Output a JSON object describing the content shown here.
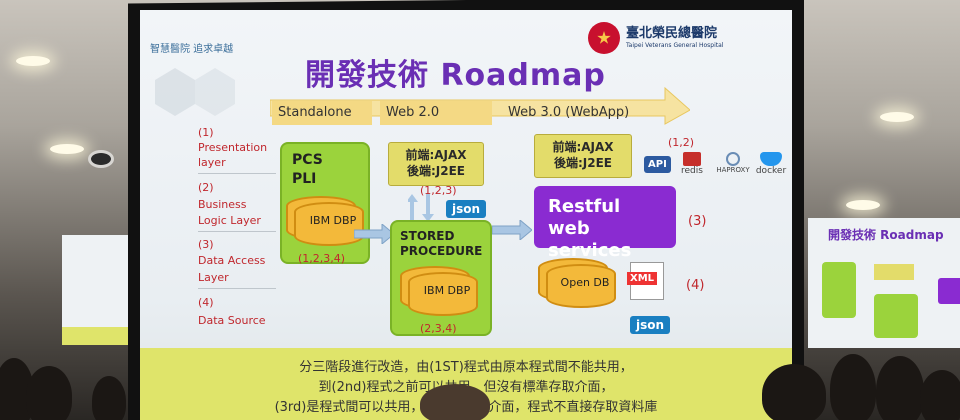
{
  "slide": {
    "title": "開發技術 Roadmap",
    "logo": {
      "name_zh": "臺北榮民總醫院",
      "name_en": "Taipei Veterans General Hospital"
    },
    "top_tag": "智慧醫院 追求卓越",
    "stages": [
      "Standalone",
      "Web 2.0",
      "Web 3.0 (WebApp)"
    ],
    "layers": [
      "(1)",
      "Presentation",
      "layer",
      "(2)",
      "Business",
      "Logic Layer",
      "(3)",
      "Data Access",
      "Layer",
      "(4)",
      "Data Source"
    ],
    "standalone": {
      "title_line1": "PCS",
      "title_line2": "PLI",
      "db": "IBM DBP",
      "tag": "(1,2,3,4)"
    },
    "web2": {
      "front": "前端:AJAX",
      "back": "後端:J2EE",
      "tag_top": "(1,2,3)",
      "json": "json",
      "proc_line1": "STORED",
      "proc_line2": "PROCEDURE",
      "db": "IBM DBP",
      "tag_bottom": "(2,3,4)"
    },
    "web3": {
      "front": "前端:AJAX",
      "back": "後端:J2EE",
      "tag12": "(1,2)",
      "api": "API",
      "redis": "redis",
      "haproxy": "HAPROXY",
      "docker": "docker",
      "restful_line1": "Restful",
      "restful_line2": "web services",
      "tag3": "(3)",
      "db": "Open DB",
      "xml": "XML",
      "tag4": "(4)",
      "json": "json"
    },
    "footer": [
      "分三階段進行改造，由(1ST)程式由原本程式間不能共用，",
      "到(2nd)程式之前可以共用，但沒有標準存取介面，",
      "(3rd)是程式間可以共用，有標準存取介面，程式不直接存取資料庫"
    ]
  },
  "right_screen": {
    "title": "開發技術 Roadmap"
  },
  "colors": {
    "title": "#6a2fb4",
    "green": "#9bd33c",
    "purple": "#8a2bd1",
    "yellow": "#f4d984",
    "footer": "#dfe46a",
    "red_text": "#c0272d"
  }
}
